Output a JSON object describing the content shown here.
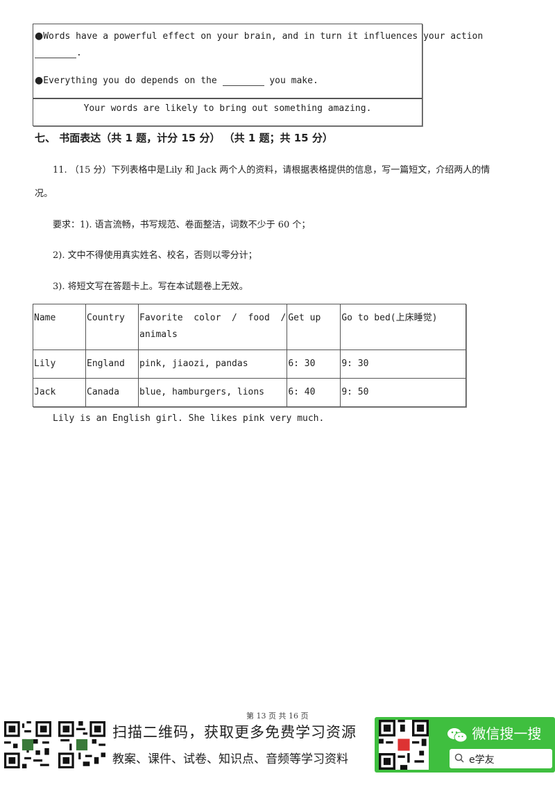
{
  "box": {
    "line1": "Words have a powerful effect on your brain, and in turn it influences your action",
    "line1_tail": ".",
    "line2_pre": "Everything you do depends on the",
    "line2_post": "you make.",
    "bullet": "●",
    "subline": "Your words are likely to bring out something amazing."
  },
  "section": {
    "title": "七、 书面表达（共 1 题，计分 15 分） （共 1 题；共 15 分）"
  },
  "question": {
    "line1": "11. （15 分）下列表格中是Lily 和 Jack 两个人的资料，请根据表格提供的信息，写一篇短文，介绍两人的情",
    "line2": "况。",
    "req1": "要求：1). 语言流畅，书写规范、卷面整洁，词数不少于 60 个；",
    "req2": "2). 文中不得使用真实姓名、校名，否则以零分计；",
    "req3": "3). 将短文写在答题卡上。写在本试题卷上无效。"
  },
  "table": {
    "headers": [
      "Name",
      "Country",
      "Favorite  color  /  food  /",
      "Get up",
      "Go to bed(上床睡觉)"
    ],
    "header_cont": "animals",
    "rows": [
      [
        "Lily",
        "England",
        "pink, jiaozi, pandas",
        "6: 30",
        "9: 30"
      ],
      [
        "Jack",
        "Canada",
        "blue, hamburgers, lions",
        "6: 40",
        "9: 50"
      ]
    ]
  },
  "essay": "Lily is an English girl. She likes pink very much.",
  "footer": {
    "page": "第 13 页 共 16 页",
    "banner1": "扫描二维码，获取更多免费学习资源",
    "banner2": "教案、课件、试卷、知识点、音频等学习资料",
    "wechat_title": "微信搜一搜",
    "search_text": "e学友"
  },
  "colors": {
    "wechat_green": "#3fbf3f"
  }
}
